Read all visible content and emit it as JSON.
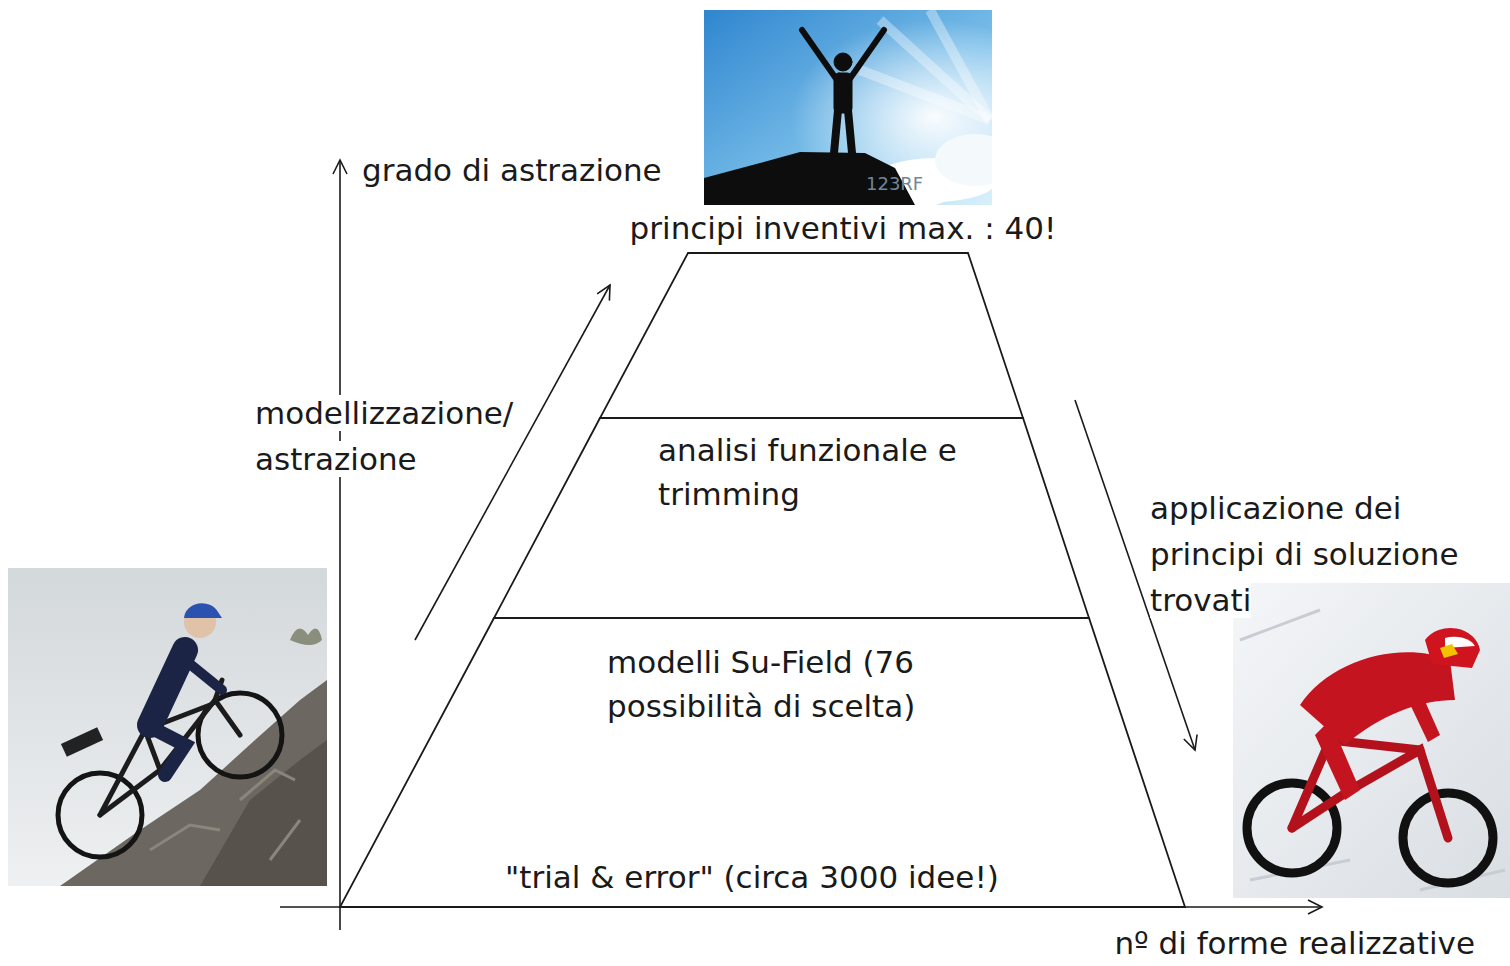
{
  "diagram": {
    "nodes": [
      {
        "text": [
          "principi inventivi max. : 40!"
        ]
      },
      {
        "text": [
          "analisi funzionale e trimming"
        ]
      },
      {
        "text": [
          "modelli Su-Field (76 possibilità di scelta)",
          "\"trial & error\" (circa 3000 idee!)"
        ]
      }
    ],
    "labels": [
      "grado di astrazione",
      "modellizzazione/ astrazione",
      "applicazione dei principi di soluzione trovati",
      "nº di forme realizzative",
      "123RF"
    ]
  }
}
